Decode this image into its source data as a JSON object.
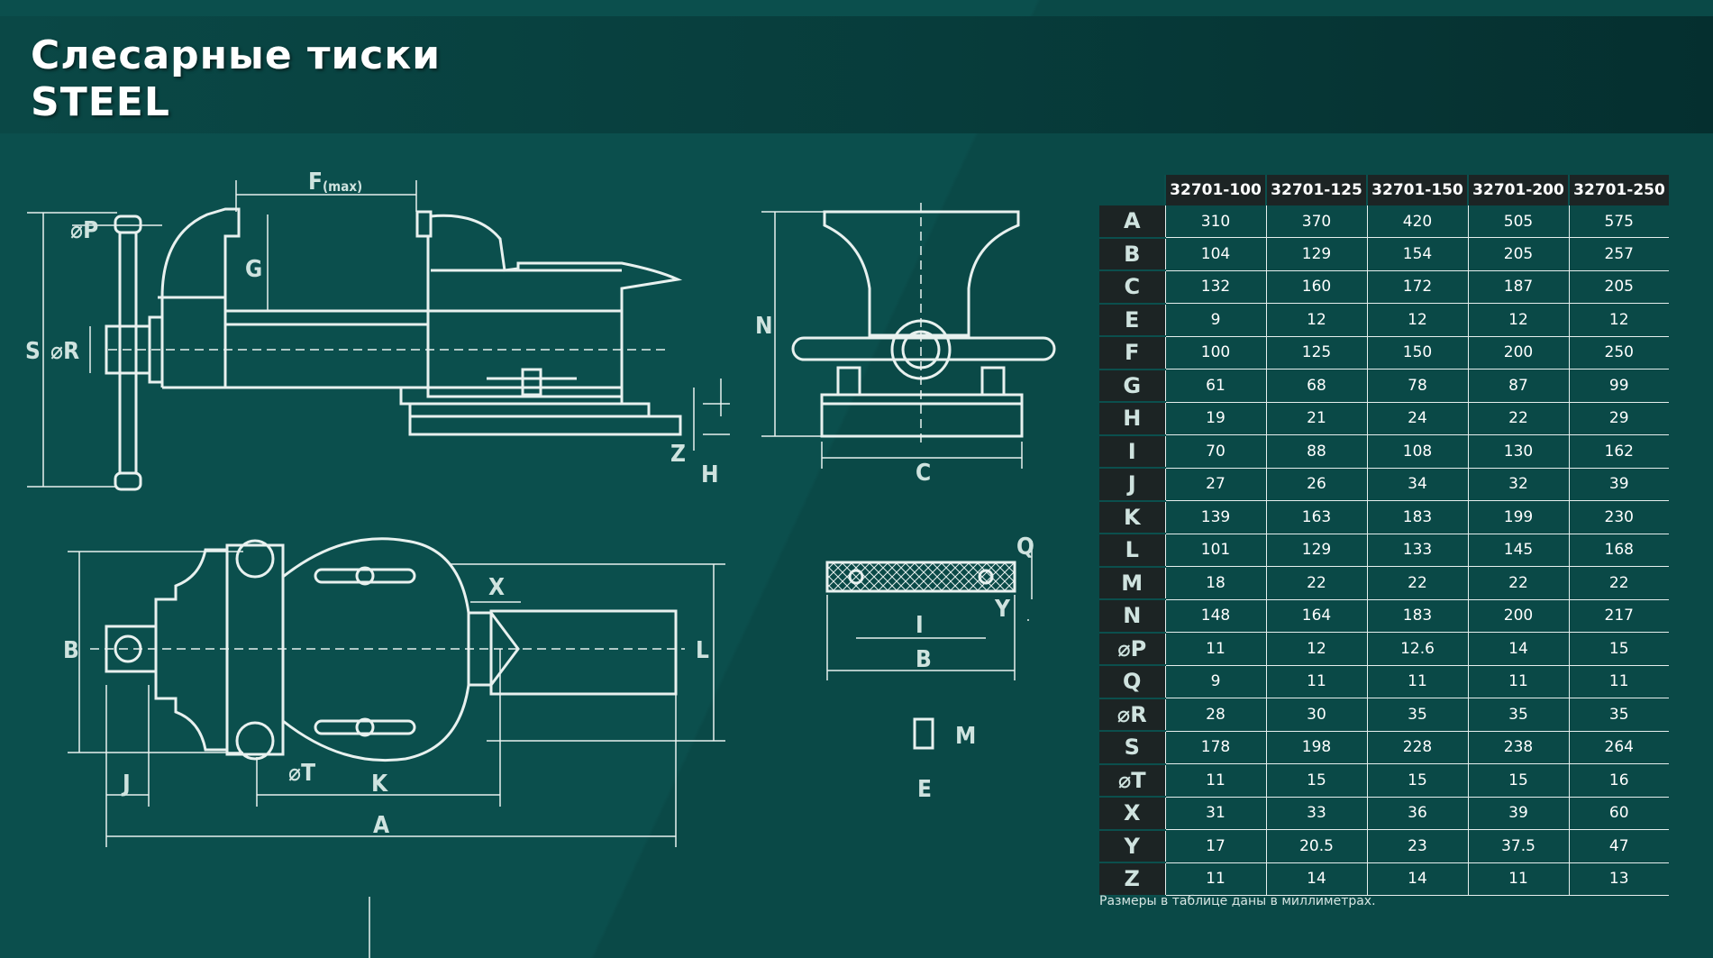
{
  "title": {
    "line1": "Слесарные тиски",
    "line2": "STEEL"
  },
  "diagram_labels": {
    "F": "F",
    "F_sub": "(max)",
    "P": "⌀P",
    "G": "G",
    "S": "S",
    "R": "⌀R",
    "Z": "Z",
    "H": "H",
    "N": "N",
    "C": "C",
    "Q": "Q",
    "I": "I",
    "Y": "Y",
    "B_side": "B",
    "M": "M",
    "E": "E",
    "B": "B",
    "X": "X",
    "L": "L",
    "T": "⌀T",
    "K": "K",
    "J": "J",
    "A": "A"
  },
  "table": {
    "columns": [
      "32701-100",
      "32701-125",
      "32701-150",
      "32701-200",
      "32701-250"
    ],
    "rows": [
      {
        "label": "A",
        "values": [
          "310",
          "370",
          "420",
          "505",
          "575"
        ]
      },
      {
        "label": "B",
        "values": [
          "104",
          "129",
          "154",
          "205",
          "257"
        ]
      },
      {
        "label": "C",
        "values": [
          "132",
          "160",
          "172",
          "187",
          "205"
        ]
      },
      {
        "label": "E",
        "values": [
          "9",
          "12",
          "12",
          "12",
          "12"
        ]
      },
      {
        "label": "F",
        "values": [
          "100",
          "125",
          "150",
          "200",
          "250"
        ]
      },
      {
        "label": "G",
        "values": [
          "61",
          "68",
          "78",
          "87",
          "99"
        ]
      },
      {
        "label": "H",
        "values": [
          "19",
          "21",
          "24",
          "22",
          "29"
        ]
      },
      {
        "label": "I",
        "values": [
          "70",
          "88",
          "108",
          "130",
          "162"
        ]
      },
      {
        "label": "J",
        "values": [
          "27",
          "26",
          "34",
          "32",
          "39"
        ]
      },
      {
        "label": "K",
        "values": [
          "139",
          "163",
          "183",
          "199",
          "230"
        ]
      },
      {
        "label": "L",
        "values": [
          "101",
          "129",
          "133",
          "145",
          "168"
        ]
      },
      {
        "label": "M",
        "values": [
          "18",
          "22",
          "22",
          "22",
          "22"
        ]
      },
      {
        "label": "N",
        "values": [
          "148",
          "164",
          "183",
          "200",
          "217"
        ]
      },
      {
        "label": "⌀P",
        "values": [
          "11",
          "12",
          "12.6",
          "14",
          "15"
        ]
      },
      {
        "label": "Q",
        "values": [
          "9",
          "11",
          "11",
          "11",
          "11"
        ]
      },
      {
        "label": "⌀R",
        "values": [
          "28",
          "30",
          "35",
          "35",
          "35"
        ]
      },
      {
        "label": "S",
        "values": [
          "178",
          "198",
          "228",
          "238",
          "264"
        ]
      },
      {
        "label": "⌀T",
        "values": [
          "11",
          "15",
          "15",
          "15",
          "16"
        ]
      },
      {
        "label": "X",
        "values": [
          "31",
          "33",
          "36",
          "39",
          "60"
        ]
      },
      {
        "label": "Y",
        "values": [
          "17",
          "20.5",
          "23",
          "37.5",
          "47"
        ]
      },
      {
        "label": "Z",
        "values": [
          "11",
          "14",
          "14",
          "11",
          "13"
        ]
      }
    ]
  },
  "note": "Размеры в таблице даны в миллиметрах.",
  "colors": {
    "background": "#0b4f4d",
    "header_band": "#073c3b",
    "table_header": "#1c2424",
    "line": "#e8f1ef"
  }
}
